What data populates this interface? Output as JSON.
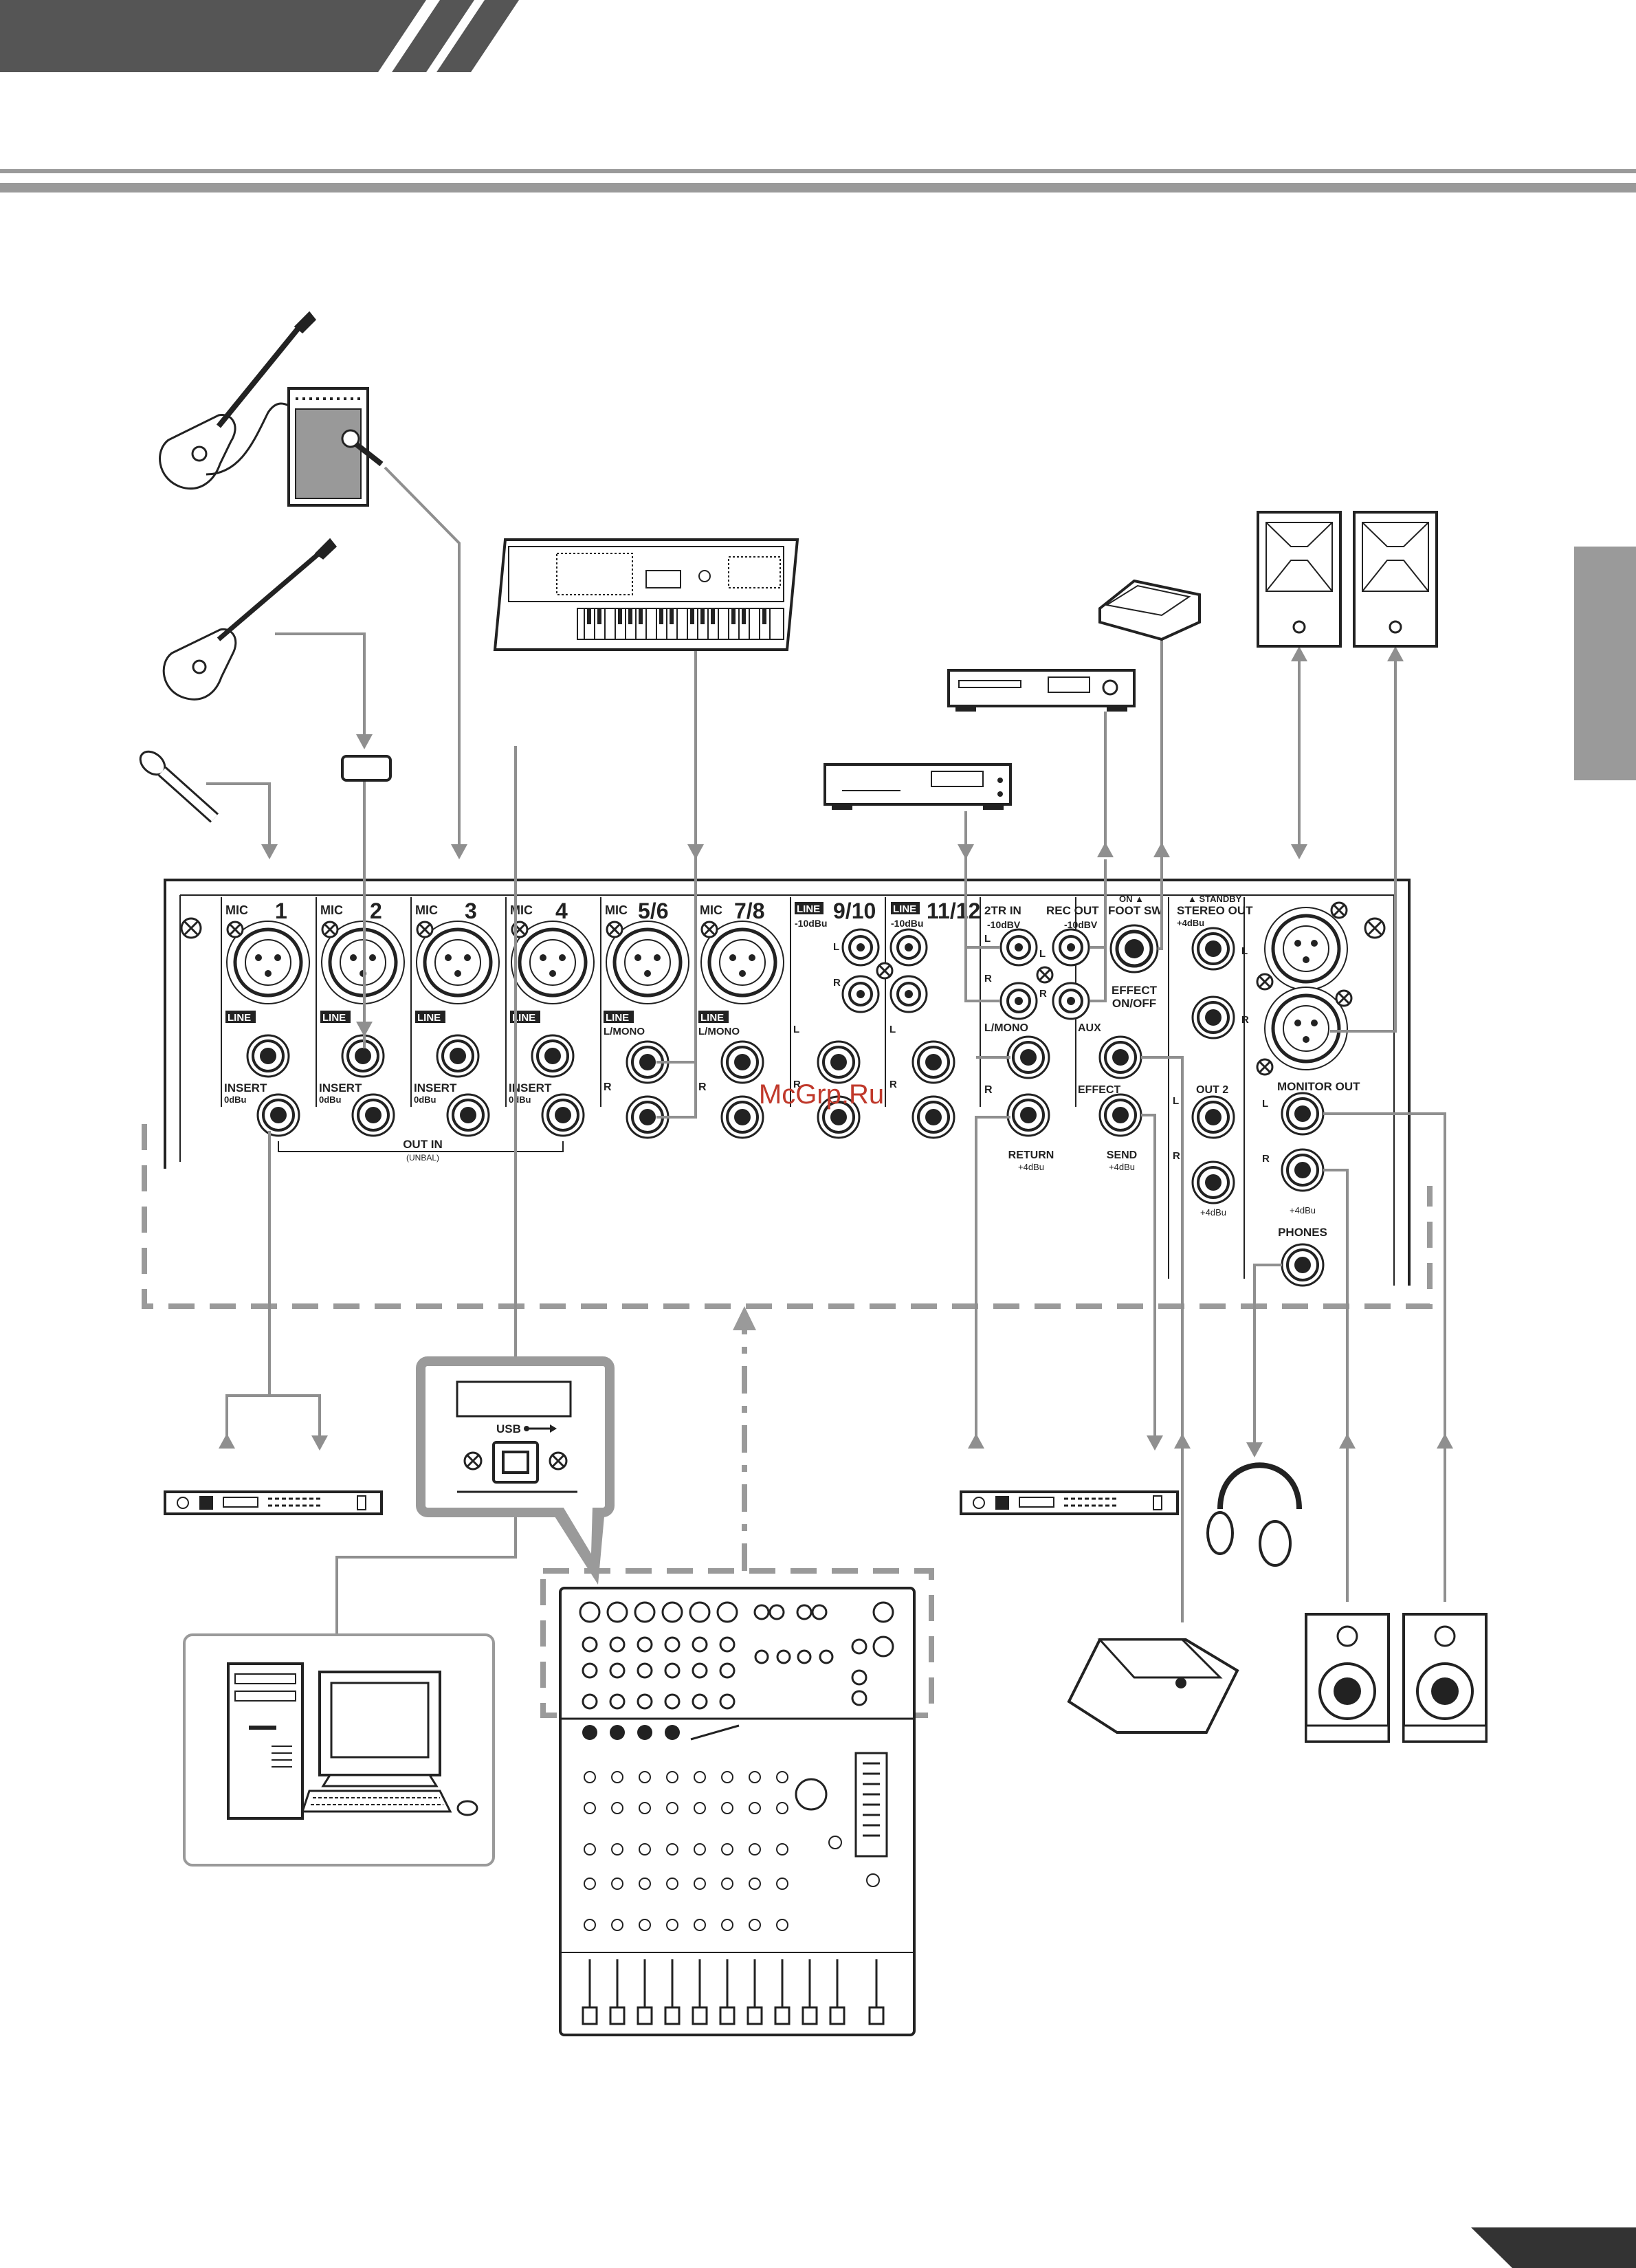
{
  "colors": {
    "header_bar": "#5a5a5a",
    "rule": "#9a9a9a",
    "cable": "#8f8f8f",
    "panel_line": "#222222",
    "dashed": "#9a9a9a",
    "watermark": "#c0392b"
  },
  "panel": {
    "top_labels": {
      "mic1": "MIC",
      "n1": "1",
      "mic2": "MIC",
      "n2": "2",
      "mic3": "MIC",
      "n3": "3",
      "mic4": "MIC",
      "n4": "4",
      "mic56": "MIC",
      "n56": "5/6",
      "mic78": "MIC",
      "n78": "7/8",
      "n910": "9/10",
      "n1112": "11/12",
      "line_tag": "LINE",
      "minus10dbu": "-10dBu",
      "twotr_in": "2TR IN",
      "twotr_level": "-10dBV",
      "rec_out": "REC OUT",
      "rec_level": "-10dBV",
      "on_foot_sw": "ON ▲",
      "foot_sw": "FOOT SW",
      "standby": "▲ STANDBY",
      "stereo_out": "STEREO  OUT",
      "stereo_level": "+4dBu"
    },
    "mid_labels": {
      "line": "LINE",
      "insert": "INSERT",
      "zero_dbu": "0dBu",
      "l_mono": "L/MONO",
      "l_mono2": "L/MONO",
      "l": "L",
      "r": "R",
      "aux": "AUX",
      "effect": "EFFECT",
      "effect_onoff_1": "EFFECT",
      "effect_onoff_2": "ON/OFF",
      "out2": "OUT 2",
      "monitor_out": "MONITOR OUT",
      "plus4": "+4dBu",
      "return": "RETURN",
      "send": "SEND",
      "phones": "PHONES",
      "out_in": "OUT  IN",
      "unbal": "(UNBAL)"
    }
  },
  "usb": {
    "label": "USB"
  },
  "watermark": "McGrp.Ru"
}
